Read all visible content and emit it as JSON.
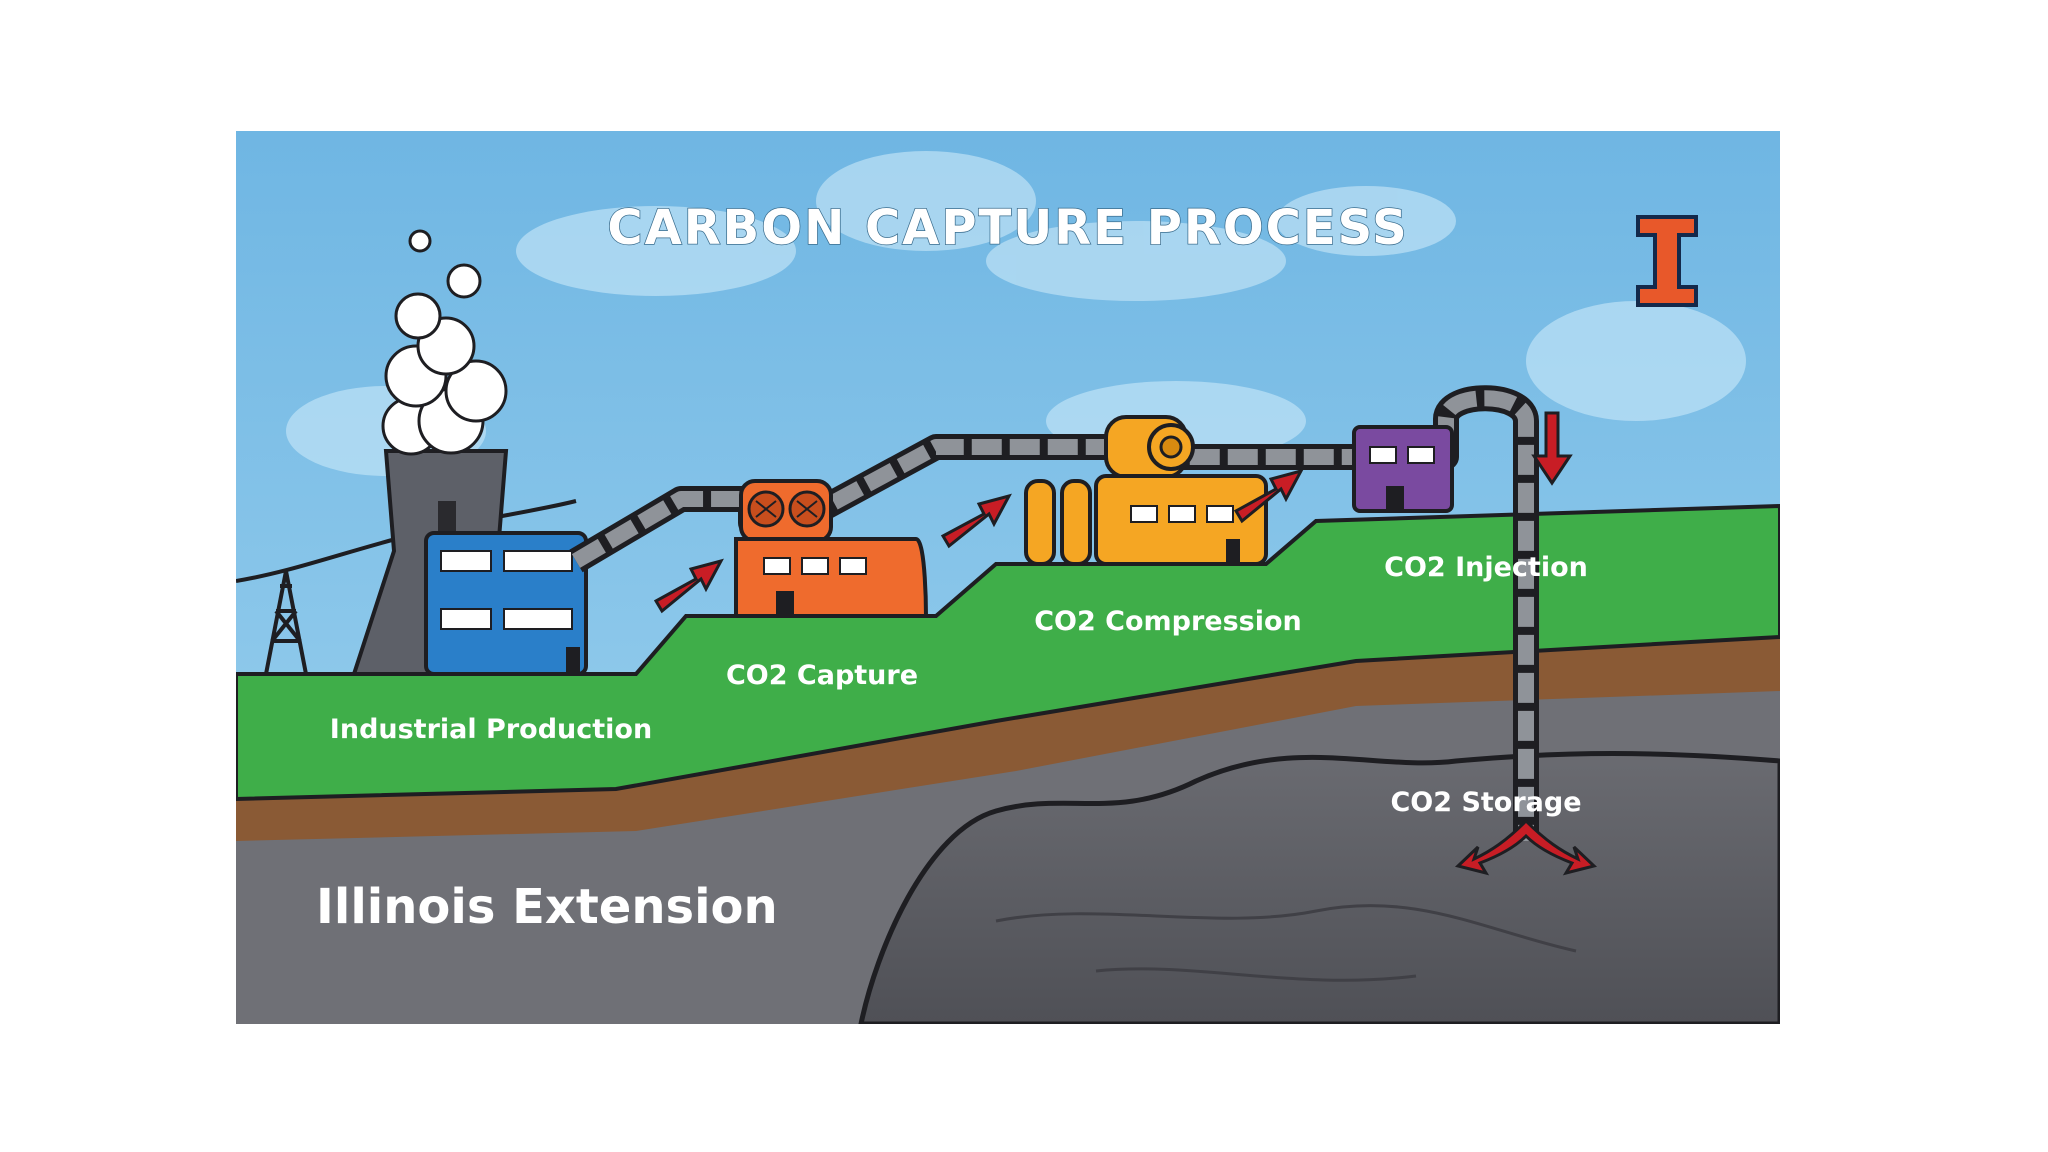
{
  "title": "CARBON CAPTURE PROCESS",
  "logo_letter": "I",
  "footer_brand": "Illinois Extension",
  "stages": {
    "industrial_production": "Industrial Production",
    "capture": "CO2 Capture",
    "compression": "CO2 Compression",
    "injection": "CO2 Injection",
    "storage": "CO2 Storage"
  },
  "colors": {
    "sky": "#7cc0e8",
    "grass": "#3fae49",
    "soil": "#8a5a35",
    "rock": "#7d7e84",
    "bedrock": "#5a5b61",
    "pipe": "#8f9399",
    "arrow": "#c81d25",
    "brand_orange": "#e8582a",
    "factory_blue": "#2a7fc9",
    "capture_orange": "#ef6b2d",
    "compression_yellow": "#f5a623",
    "injection_purple": "#7a4aa0"
  }
}
